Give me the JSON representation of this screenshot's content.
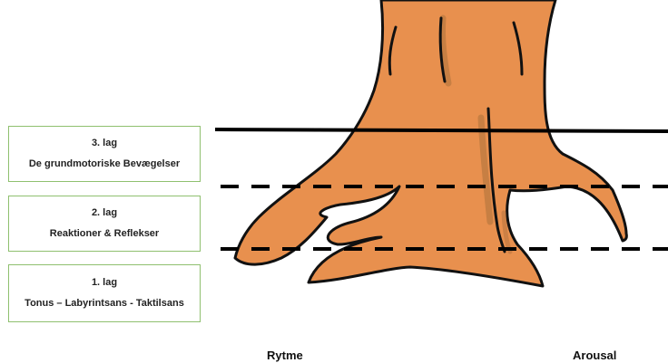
{
  "layers": [
    {
      "number_label": "3. lag",
      "title": "De grundmotoriske Bevægelser"
    },
    {
      "number_label": "2. lag",
      "title": "Reaktioner & Reflekser"
    },
    {
      "number_label": "1. lag",
      "title": "Tonus – Labyrintsans - Taktilsans"
    }
  ],
  "bottom_labels": {
    "left": "Rytme",
    "right": "Arousal"
  },
  "colors": {
    "trunk_fill": "#e8904e",
    "trunk_shade": "#b9773f",
    "outline": "#111111",
    "box_border": "#8fc06f"
  },
  "icons": {
    "tree": "tree-trunk-roots-illustration"
  }
}
